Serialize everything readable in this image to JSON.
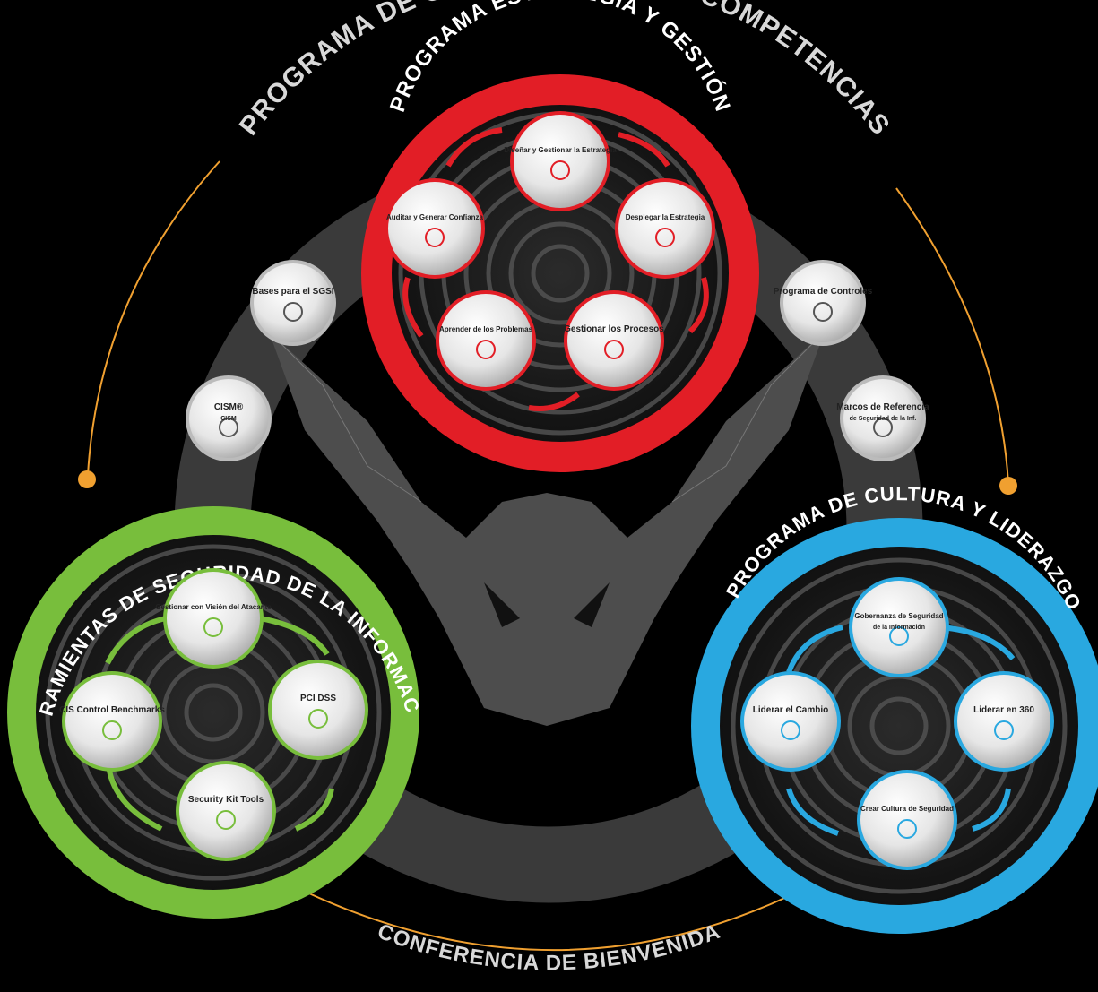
{
  "colors": {
    "background": "#000000",
    "red": "#e21e26",
    "green": "#78be3c",
    "blue": "#29a8e0",
    "orange": "#f0a030",
    "gray_ring": "#3a3a3a",
    "bull": "#4d4d4d",
    "title_text": "#d8d8d8"
  },
  "outer_title": "PROGRAMA DE CERTIFICACIÓN DE COMPETENCIAS",
  "bottom_title": "CONFERENCIA DE BIENVENIDA",
  "red_program": {
    "title": "PROGRAMA ESTRATEGIA Y GESTIÓN",
    "badges": [
      {
        "label": "Diseñar y Gestionar la Estrategia",
        "icon": "strategy-icon"
      },
      {
        "label": "Desplegar la Estrategia",
        "icon": "rocket-icon"
      },
      {
        "label": "Gestionar los Procesos",
        "icon": "brain-process-icon"
      },
      {
        "label": "Aprender de los Problemas",
        "icon": "clipboard-search-icon"
      },
      {
        "label": "Auditar y Generar Confianza",
        "icon": "audit-people-icon"
      }
    ]
  },
  "green_program": {
    "title": "HERRAMIENTAS DE SEGURIDAD DE LA INFORMACIÓN",
    "badges": [
      {
        "label": "Gestionar con Visión del Atacante",
        "icon": "hacker-icon"
      },
      {
        "label": "PCI DSS",
        "icon": "card-payment-icon"
      },
      {
        "label": "Security Kit Tools",
        "icon": "kit-icon"
      },
      {
        "label": "CIS Control Benchmarks",
        "icon": "network-icon"
      }
    ]
  },
  "blue_program": {
    "title": "PROGRAMA DE CULTURA Y LIDERAZGO",
    "badges": [
      {
        "label": "Gobernanza de Seguridad",
        "sublabel": "de la Información",
        "icon": "government-building-icon"
      },
      {
        "label": "Liderar en 360",
        "icon": "team-leader-icon"
      },
      {
        "label": "Crear Cultura de Seguridad",
        "icon": "folder-lock-icon"
      },
      {
        "label": "Liderar el Cambio",
        "icon": "people-exchange-icon"
      }
    ]
  },
  "side_badges": [
    {
      "label": "Bases para el SGSI",
      "icon": "gear-cycle-icon"
    },
    {
      "label": "CISM",
      "sup": "®",
      "sublabel": "CISM",
      "icon": "cism-seal-icon"
    },
    {
      "label": "Programa de Controles",
      "icon": "controls-sliders-icon"
    },
    {
      "label": "Marcos de Referencia",
      "sublabel": "de Seguridad de la Inf.",
      "icon": "book-framework-icon"
    }
  ]
}
